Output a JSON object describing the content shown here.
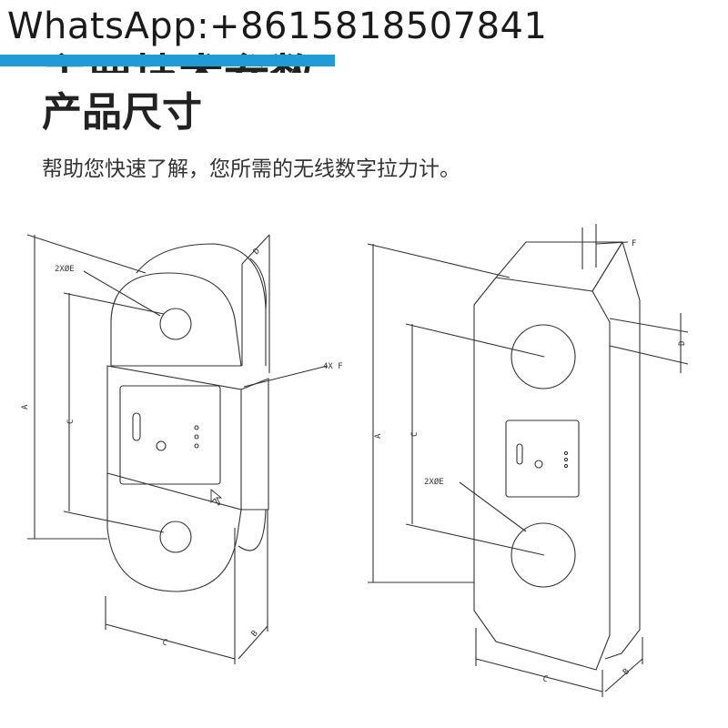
{
  "watermark": {
    "text": "WhatsApp:+8615818507841"
  },
  "accent_color": "#1f9bd6",
  "header": {
    "obscured_heading": "主要技术参数",
    "title": "产品尺寸",
    "subtitle": "帮助您快速了解，您所需的无线数字拉力计。"
  },
  "drawing_left": {
    "label_holes": "2XØE",
    "label_a": "A",
    "label_b": "B",
    "label_c_vertical": "C",
    "label_c_width": "C",
    "label_d": "D",
    "label_f": "4X F"
  },
  "drawing_right": {
    "label_holes": "2XØE",
    "label_a": "A",
    "label_b": "B",
    "label_c_vertical": "C",
    "label_c_width": "C",
    "label_d": "D",
    "label_f": "F"
  }
}
